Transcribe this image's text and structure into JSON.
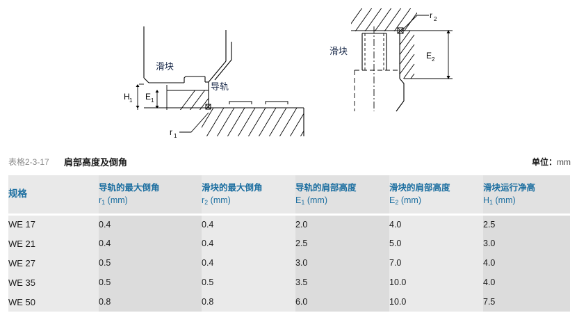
{
  "caption": {
    "number": "表格2-3-17",
    "title": "肩部高度及倒角",
    "unit_label": "单位：",
    "unit_value": "mm"
  },
  "diagrams": {
    "left": {
      "name": "rail-shoulder-cross-section",
      "labels": {
        "slider": "滑块",
        "rail": "导轨",
        "h1": "H",
        "h1_sub": "1",
        "e1": "E",
        "e1_sub": "1",
        "r1": "r",
        "r1_sub": "1"
      }
    },
    "right": {
      "name": "slider-shoulder-cross-section",
      "labels": {
        "slider": "滑块",
        "e2": "E",
        "e2_sub": "2",
        "r2": "r",
        "r2_sub": "2"
      }
    }
  },
  "table": {
    "columns": [
      {
        "title": "规格",
        "unit": ""
      },
      {
        "title": "导轨的最大倒角",
        "symbol": "r",
        "sub": "1",
        "unit": " (mm)"
      },
      {
        "title": "滑块的最大倒角",
        "symbol": "r",
        "sub": "2",
        "unit": " (mm)"
      },
      {
        "title": "导轨的肩部高度",
        "symbol": "E",
        "sub": "1",
        "unit": " (mm)"
      },
      {
        "title": "滑块的肩部高度",
        "symbol": "E",
        "sub": "2",
        "unit": " (mm)"
      },
      {
        "title": "滑块运行净高",
        "symbol": "H",
        "sub": "1",
        "unit": " (mm)"
      }
    ],
    "rows": [
      {
        "spec": "WE 17",
        "r1": "0.4",
        "r2": "0.4",
        "e1": "2.0",
        "e2": "4.0",
        "h1": "2.5"
      },
      {
        "spec": "WE 21",
        "r1": "0.4",
        "r2": "0.4",
        "e1": "2.5",
        "e2": "5.0",
        "h1": "3.0"
      },
      {
        "spec": "WE 27",
        "r1": "0.5",
        "r2": "0.4",
        "e1": "3.0",
        "e2": "7.0",
        "h1": "4.0"
      },
      {
        "spec": "WE 35",
        "r1": "0.5",
        "r2": "0.5",
        "e1": "3.5",
        "e2": "10.0",
        "h1": "4.0"
      },
      {
        "spec": "WE 50",
        "r1": "0.8",
        "r2": "0.8",
        "e1": "6.0",
        "e2": "10.0",
        "h1": "7.5"
      }
    ]
  },
  "colors": {
    "header_text": "#1b6ea0",
    "header_bg": "#e9e9e9",
    "header_bg_alt": "#e1e1e1",
    "row_bg": "#eaeaea",
    "row_bg_alt": "#dcdcdc",
    "caption_number": "#8a8a8a",
    "body_text": "#1a1a1a",
    "line": "#000000"
  }
}
